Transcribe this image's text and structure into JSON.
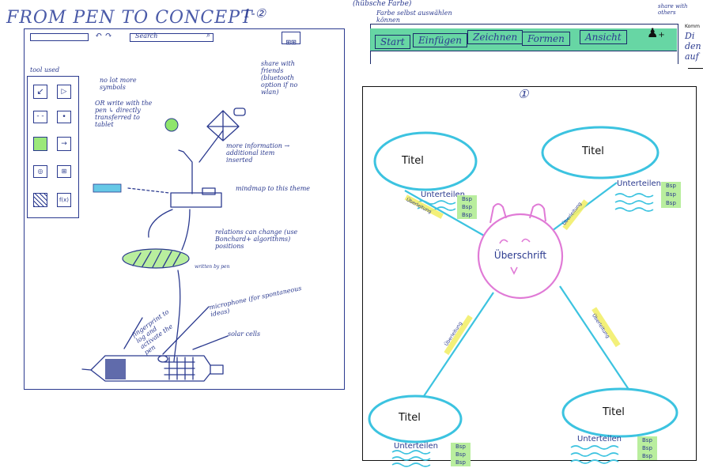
{
  "left_page": {
    "title": "FROM PEN TO CONCEPT",
    "page_number": "1-②",
    "toolbar": {
      "search_placeholder": "Search",
      "undo_redo": "↶ ↷",
      "share_icon_label": "⊞⊞"
    },
    "share_note": "share with friends (bluetooth option if no wlan)",
    "tools_panel": {
      "heading": "tool used"
    },
    "no_symbols_note": "no lot more symbols",
    "write_note": "OR write with the pen ↳ directly transferred to tablet",
    "more_info_note": "more information → additional item inserted",
    "mindmap_note": "mindmap to this theme",
    "relations_note": "relations can change (use Bonchard+ algorithms) positions",
    "written_note": "written by pen",
    "microphone_note": "microphone (for spontaneous ideas)",
    "fingerprint_note": "fingerprint to log and activate the pen",
    "solar_note": "solar cells"
  },
  "right_page": {
    "top_notes": [
      "(hübsche Farbe)",
      "Farbe selbst auswählen können"
    ],
    "tabs": [
      "Start",
      "Einfügen",
      "Zeichnen",
      "Formen",
      "Ansicht"
    ],
    "share_note": "share with others",
    "side_notes": [
      "Komm",
      "Di",
      "den",
      "auf"
    ],
    "page_marker": "①",
    "center": "Überschrift",
    "nodes": [
      {
        "title": "Titel",
        "subtitle": "Unterteilen",
        "examples": [
          "Bsp",
          "Bsp",
          "Bsp"
        ],
        "connector": "Überleitung"
      },
      {
        "title": "Titel",
        "subtitle": "Unterteilen",
        "examples": [
          "Bsp",
          "Bsp",
          "Bsp"
        ],
        "connector": "Überleitung"
      },
      {
        "title": "Titel",
        "subtitle": "Unterteilen",
        "examples": [
          "Bsp",
          "Bsp",
          "Bsp"
        ],
        "connector": "Überleitung"
      },
      {
        "title": "Titel",
        "subtitle": "Unterteilen",
        "examples": [
          "Bsp",
          "Bsp",
          "Bsp"
        ],
        "connector": "Überleitung"
      }
    ]
  },
  "colors": {
    "ink": "#2b3a8f",
    "cyan": "#3cc3e0",
    "pink": "#e07ad6",
    "green": "#8fe56c",
    "yellow": "#f2ee6a"
  }
}
